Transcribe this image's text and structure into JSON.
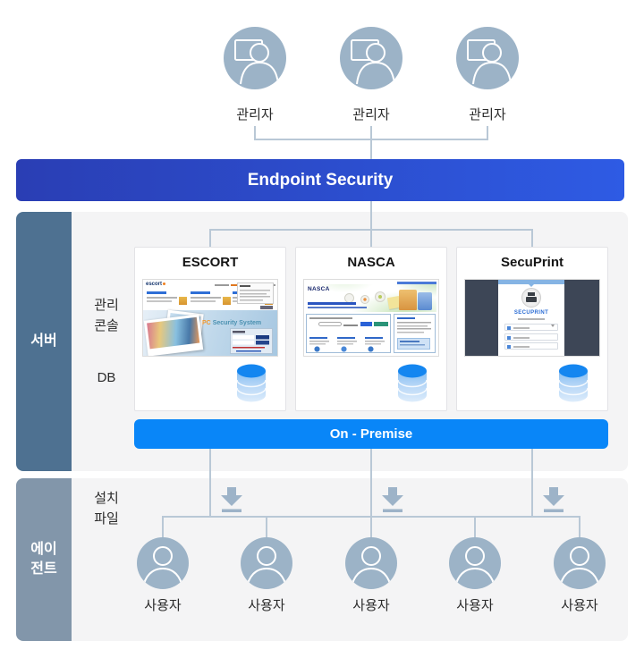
{
  "admins": {
    "items": [
      {
        "label": "관리자"
      },
      {
        "label": "관리자"
      },
      {
        "label": "관리자"
      }
    ]
  },
  "banner": {
    "title": "Endpoint Security",
    "gradient_left": "#2a3eb4",
    "gradient_right": "#2e5be4"
  },
  "server": {
    "sidebar_label": "서버",
    "sidebar_color": "#4e7191",
    "console_label_line1": "관리",
    "console_label_line2": "콘솔",
    "db_label": "DB",
    "products": [
      {
        "name": "ESCORT",
        "thumbnail": {
          "logo": "escort",
          "headline_prefix": "PC",
          "headline_rest": "Security System"
        }
      },
      {
        "name": "NASCA",
        "thumbnail": {
          "logo": "NASCA"
        }
      },
      {
        "name": "SecuPrint",
        "thumbnail": {
          "logo": "SECUPRINT"
        }
      }
    ],
    "on_premise_label": "On - Premise",
    "on_premise_color": "#0986f8"
  },
  "agent": {
    "sidebar_label_line1": "에이",
    "sidebar_label_line2": "전트",
    "sidebar_color": "#8296aa",
    "install_label_line1": "설치",
    "install_label_line2": "파일",
    "users": [
      {
        "label": "사용자"
      },
      {
        "label": "사용자"
      },
      {
        "label": "사용자"
      },
      {
        "label": "사용자"
      },
      {
        "label": "사용자"
      }
    ]
  },
  "colors": {
    "connector_line": "#b9c8d6",
    "panel_background": "#f4f4f5",
    "avatar_fill": "#9cb3c7",
    "database_top": "#1486f0",
    "download_arrow": "#9db3c8"
  }
}
